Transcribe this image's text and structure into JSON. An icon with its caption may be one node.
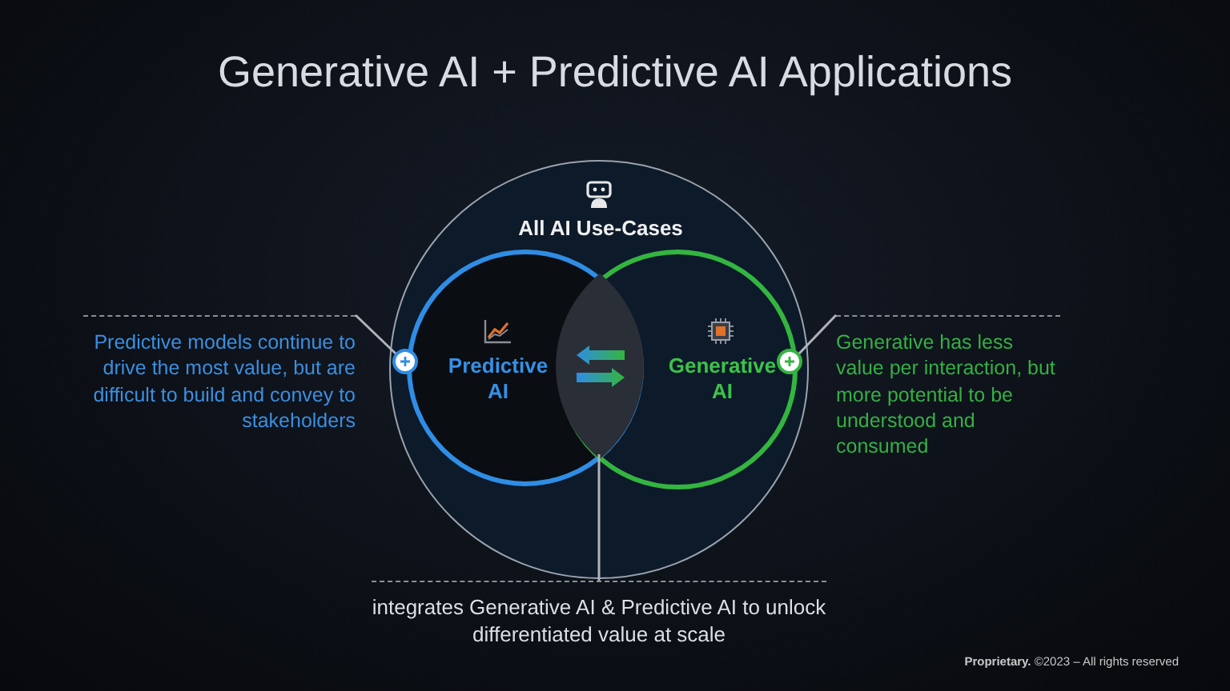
{
  "diagram": {
    "title": "Generative AI + Predictive AI Applications",
    "nodes": [
      {
        "text": [
          "All AI Use-Cases"
        ]
      },
      {
        "text": [
          "Predictive AI"
        ],
        "in": 0
      },
      {
        "text": [
          "Generative AI"
        ],
        "in": 0
      },
      {
        "text": [],
        "shape": "lens"
      },
      {
        "text": [
          "Predictive models continue to drive the most value, but are difficult to build and convey to stakeholders"
        ]
      },
      {
        "text": [
          "Generative has less value per interaction, but more potential to be understood and consumed"
        ]
      },
      {
        "text": [
          "integrates Generative AI & Predictive AI to unlock differentiated value at scale"
        ]
      }
    ],
    "edges": [
      {
        "from": 4,
        "to": 1,
        "arrow": "none"
      },
      {
        "from": 5,
        "to": 2,
        "arrow": "none"
      },
      {
        "from": 6,
        "to": 3,
        "arrow": "none"
      }
    ],
    "labels": [
      "**Proprietary.** ©2023 – All rights reserved"
    ]
  }
}
